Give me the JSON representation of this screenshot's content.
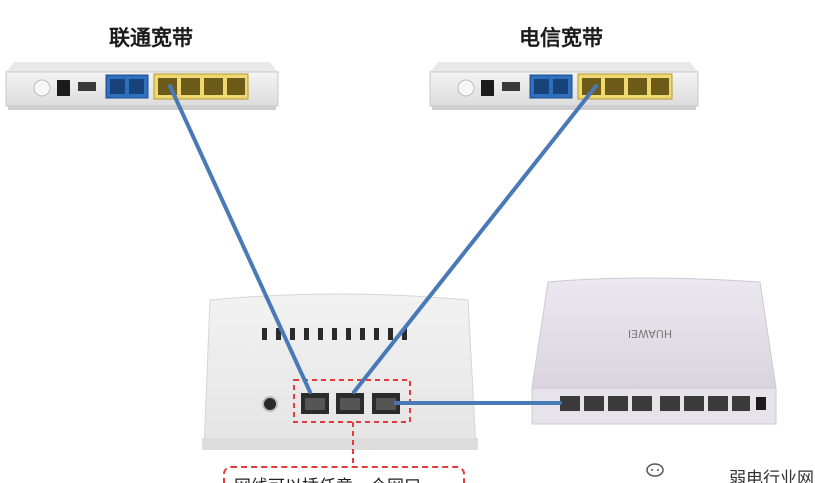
{
  "labels": {
    "left_modem": "联通宽带",
    "right_modem": "电信宽带",
    "note": "网线可以插任意一个网口",
    "watermark": "弱电行业网",
    "switch_brand": "HUAWEI"
  },
  "colors": {
    "cable": "#4a79b8",
    "dashed_marker": "#e23b3b",
    "lan_port_yellow": "#f0d870",
    "phone_port_blue": "#2f6fc0"
  },
  "icons": {
    "watermark": "chat-bubble-icon"
  }
}
